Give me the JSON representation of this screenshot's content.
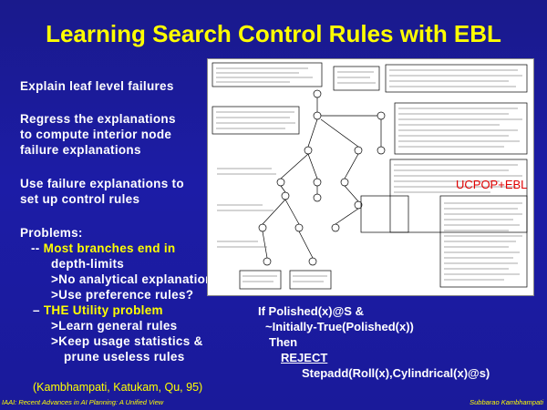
{
  "title": "Learning Search Control Rules with EBL",
  "bullets": [
    "Explain leaf level failures",
    "Regress the explanations\nto compute interior node\nfailure explanations",
    "Use failure explanations to\nset up control rules"
  ],
  "problems": {
    "heading": "Problems:",
    "line1_prefix": "-- ",
    "line1": "Most branches end in",
    "line2": "depth-limits",
    "line3": ">No analytical explanation",
    "line4": ">Use preference rules?",
    "line5_prefix": "– ",
    "line5": "THE Utility problem",
    "line6": ">Learn general rules",
    "line7": ">Keep usage statistics &",
    "line8": "prune useless rules"
  },
  "citation": "(Kambhampati, Katukam, Qu, 95)",
  "figure_label": "UCPOP+EBL",
  "rule": {
    "line1": "If Polished(x)@S &",
    "line2": "~Initially-True(Polished(x))",
    "line3": "Then",
    "line4": "REJECT",
    "line5": "Stepadd(Roll(x),Cylindrical(x)@s)"
  },
  "footer": {
    "left": "IAAI: Recent Advances in AI Planning: A Unified View",
    "right": "Subbarao Kambhampati"
  },
  "colors": {
    "background": "#1c1ca6",
    "title": "#ffff00",
    "text": "#ffffff",
    "highlight": "#ffff00",
    "figure_label": "#e00000"
  }
}
